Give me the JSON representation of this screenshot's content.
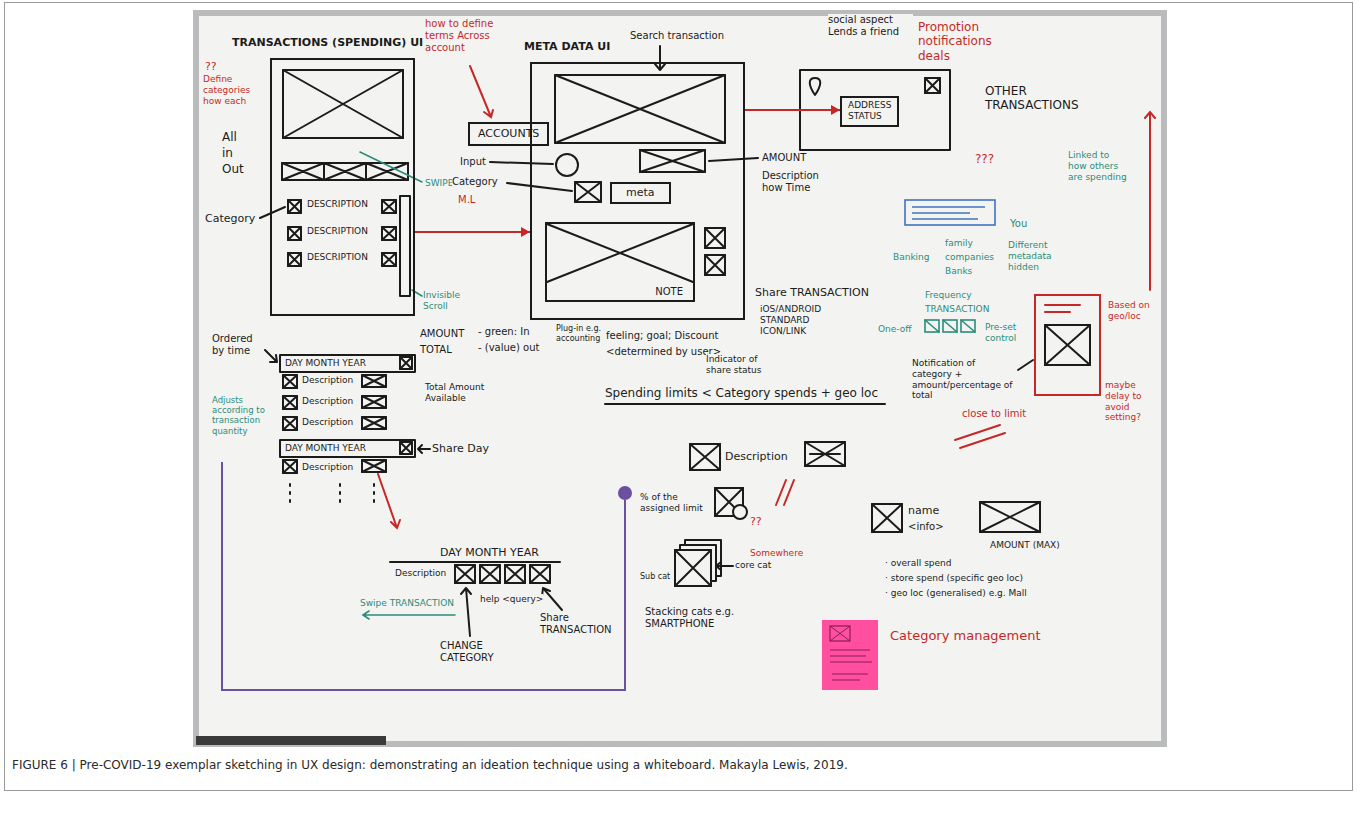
{
  "diagram": {
    "caption": "FIGURE 6 | Pre-COVID-19 exemplar sketching in UX design: demonstrating an ideation technique using a whiteboard. Makayla Lewis, 2019.",
    "nodes": [
      {
        "text": [
          "TRANSACTIONS (SPENDING) UI"
        ]
      },
      {
        "text": [
          "ACCOUNTS"
        ]
      },
      {
        "text": [
          "META DATA UI"
        ]
      },
      {
        "text": [
          "meta"
        ],
        "in": 2
      },
      {
        "text": [
          "NOTE"
        ],
        "in": 2
      },
      {
        "text": [
          "ADDRESS",
          "STATUS"
        ]
      }
    ],
    "edges": [
      {
        "from": 0,
        "to": 2,
        "arrow": "to"
      },
      {
        "from": 2,
        "to": 5,
        "arrow": "to"
      }
    ],
    "labels": [
      "??",
      "Define categories how each",
      "how to define terms Across account",
      "All",
      "in",
      "Out",
      "Category",
      "DESCRIPTION",
      "DESCRIPTION",
      "DESCRIPTION",
      "SWIPE",
      "Invisible Scroll",
      "Ordered by time",
      "AMOUNT",
      "TOTAL",
      "- green: In",
      "- (value) out",
      "Total Amount Available",
      "DAY MONTH YEAR",
      "Description",
      "Description",
      "Description",
      "DAY MONTH YEAR",
      "Share Day",
      "Description",
      "Adjusts according to transaction quantity",
      "DAY MONTH YEAR",
      "Description",
      "help <query>",
      "CHANGE CATEGORY",
      "Share TRANSACTION",
      "Swipe TRANSACTION",
      "Search transaction",
      "Input",
      "Category",
      "M.L",
      "AMOUNT",
      "Description how Time",
      "Plug-in e.g. accounting",
      "feeling; goal; Discount",
      "<determined by user>",
      "Indicator of share status",
      "Share TRANSACTION",
      "iOS/ANDROID STANDARD ICON/LINK",
      "social aspect Lends a friend",
      "Promotion notifications deals",
      "OTHER TRANSACTIONS",
      "???",
      "Linked to how others are spending",
      "You",
      "family",
      "companies",
      "Banks",
      "Banking",
      "Different metadata hidden",
      "Frequency",
      "TRANSACTION",
      "One-off",
      "Pre-set control",
      "Based on geo/loc",
      "maybe delay to avoid setting?",
      "Notification of category + amount/percentage of total",
      "close to limit",
      "Spending limits < Category spends + geo loc",
      "Description",
      "% of the assigned limit",
      "core cat",
      "Sub cat",
      "Stacking cats e.g. SMARTPHONE",
      "??",
      "Somewhere",
      "name",
      "<info>",
      "AMOUNT (MAX)",
      "· overall spend",
      "· store spend (specific geo loc)",
      "· geo loc (generalised) e.g. Mall",
      "Category management"
    ]
  }
}
